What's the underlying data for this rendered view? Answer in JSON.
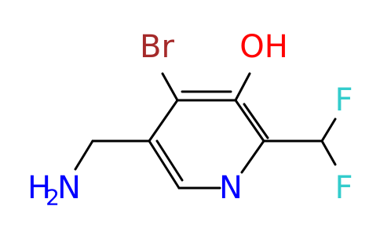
{
  "molecule": {
    "atoms": {
      "br": "Br",
      "oh": "OH",
      "f_top": "F",
      "f_bottom": "F",
      "n_ring": "N",
      "nh2_h": "H",
      "nh2_sub": "2",
      "nh2_n": "N"
    },
    "colors": {
      "bond": "#000000",
      "bromine": "#A52A2A",
      "oxygen": "#FF0000",
      "nitrogen": "#0000FF",
      "fluorine": "#33CCCC"
    }
  }
}
